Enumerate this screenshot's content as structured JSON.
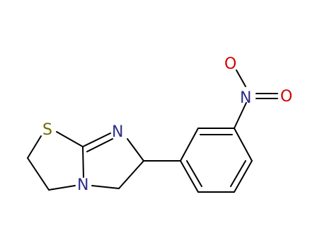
{
  "molecule": {
    "atoms": [
      {
        "label": "S",
        "color": "#6b6b00"
      },
      {
        "label": "N",
        "color": "#2d2d8c"
      },
      {
        "label": "N",
        "color": "#2d2d8c"
      },
      {
        "label": "N",
        "color": "#2d2d8c"
      },
      {
        "label": "O",
        "color": "#d40000"
      },
      {
        "label": "O",
        "color": "#d40000"
      }
    ],
    "bond_color": "#000000"
  }
}
